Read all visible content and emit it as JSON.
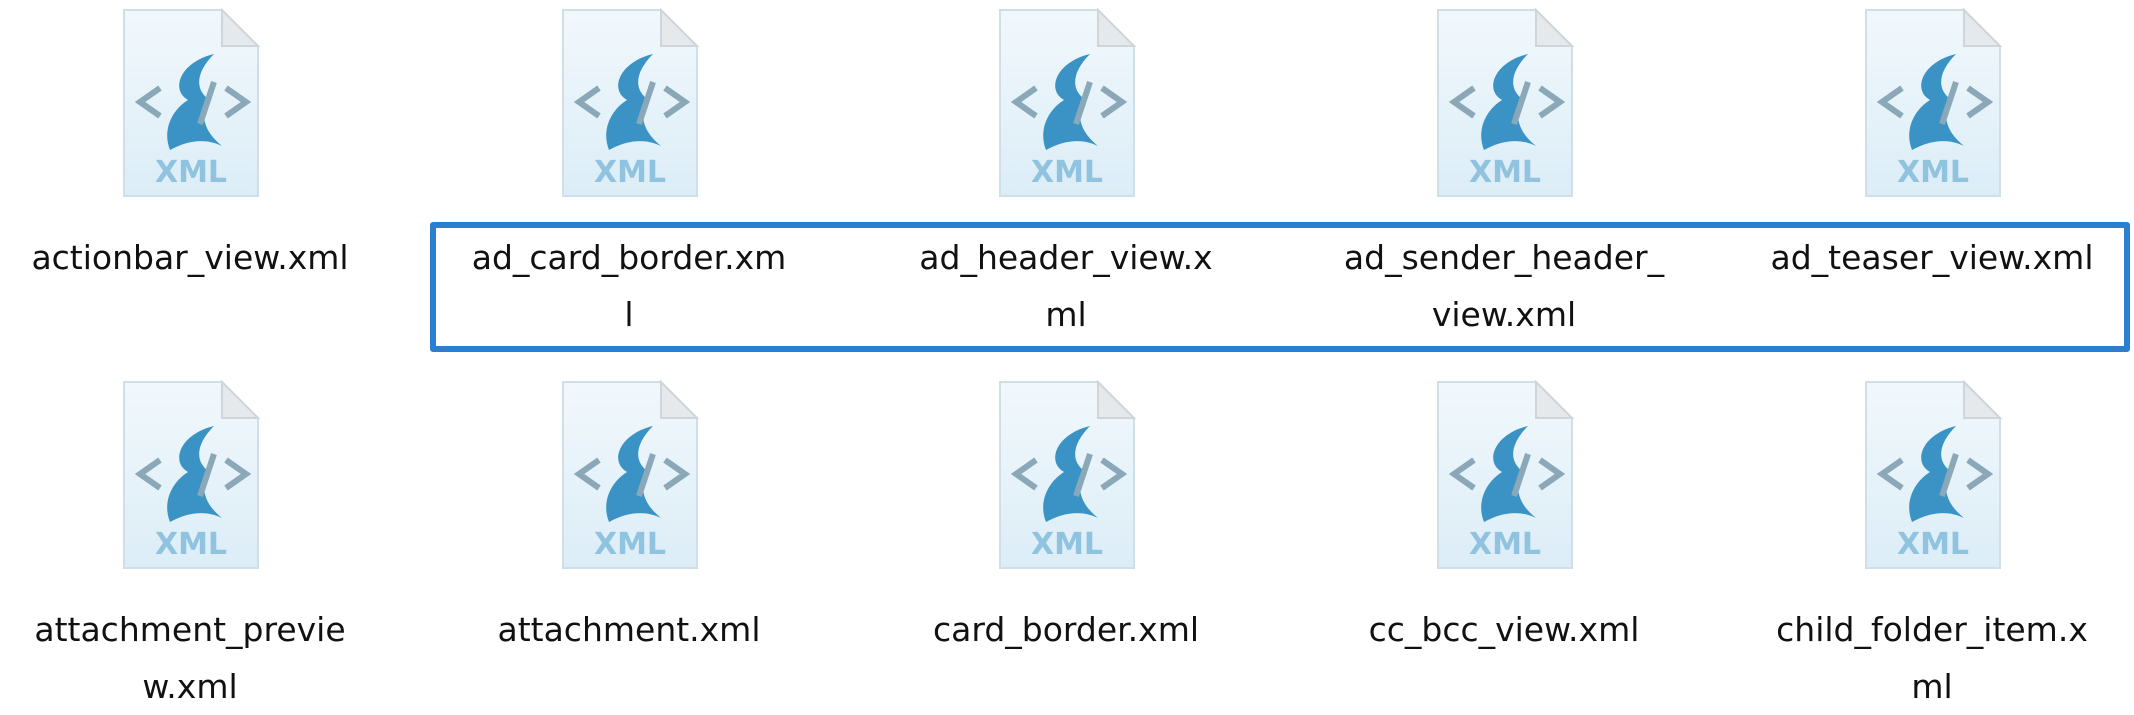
{
  "files": [
    {
      "name": "actionbar_view.xml",
      "lines": "actionbar_view.xml",
      "type": "XML",
      "selected": false
    },
    {
      "name": "ad_card_border.xml",
      "lines": "ad_card_border.xm\nl",
      "type": "XML",
      "selected": true
    },
    {
      "name": "ad_header_view.xml",
      "lines": "ad_header_view.x\nml",
      "type": "XML",
      "selected": true
    },
    {
      "name": "ad_sender_header_view.xml",
      "lines": "ad_sender_header_\nview.xml",
      "type": "XML",
      "selected": true
    },
    {
      "name": "ad_teaser_view.xml",
      "lines": "ad_teaser_view.xml",
      "type": "XML",
      "selected": true
    },
    {
      "name": "attachment_preview.xml",
      "lines": "attachment_previe\nw.xml",
      "type": "XML",
      "selected": false
    },
    {
      "name": "attachment.xml",
      "lines": "attachment.xml",
      "type": "XML",
      "selected": false
    },
    {
      "name": "card_border.xml",
      "lines": "card_border.xml",
      "type": "XML",
      "selected": false
    },
    {
      "name": "cc_bcc_view.xml",
      "lines": "cc_bcc_view.xml",
      "type": "XML",
      "selected": false
    },
    {
      "name": "child_folder_item.xml",
      "lines": "child_folder_item.x\nml",
      "type": "XML",
      "selected": false
    }
  ],
  "colors": {
    "selection": "#2a7fd0",
    "icon_accent": "#3a93c4"
  }
}
